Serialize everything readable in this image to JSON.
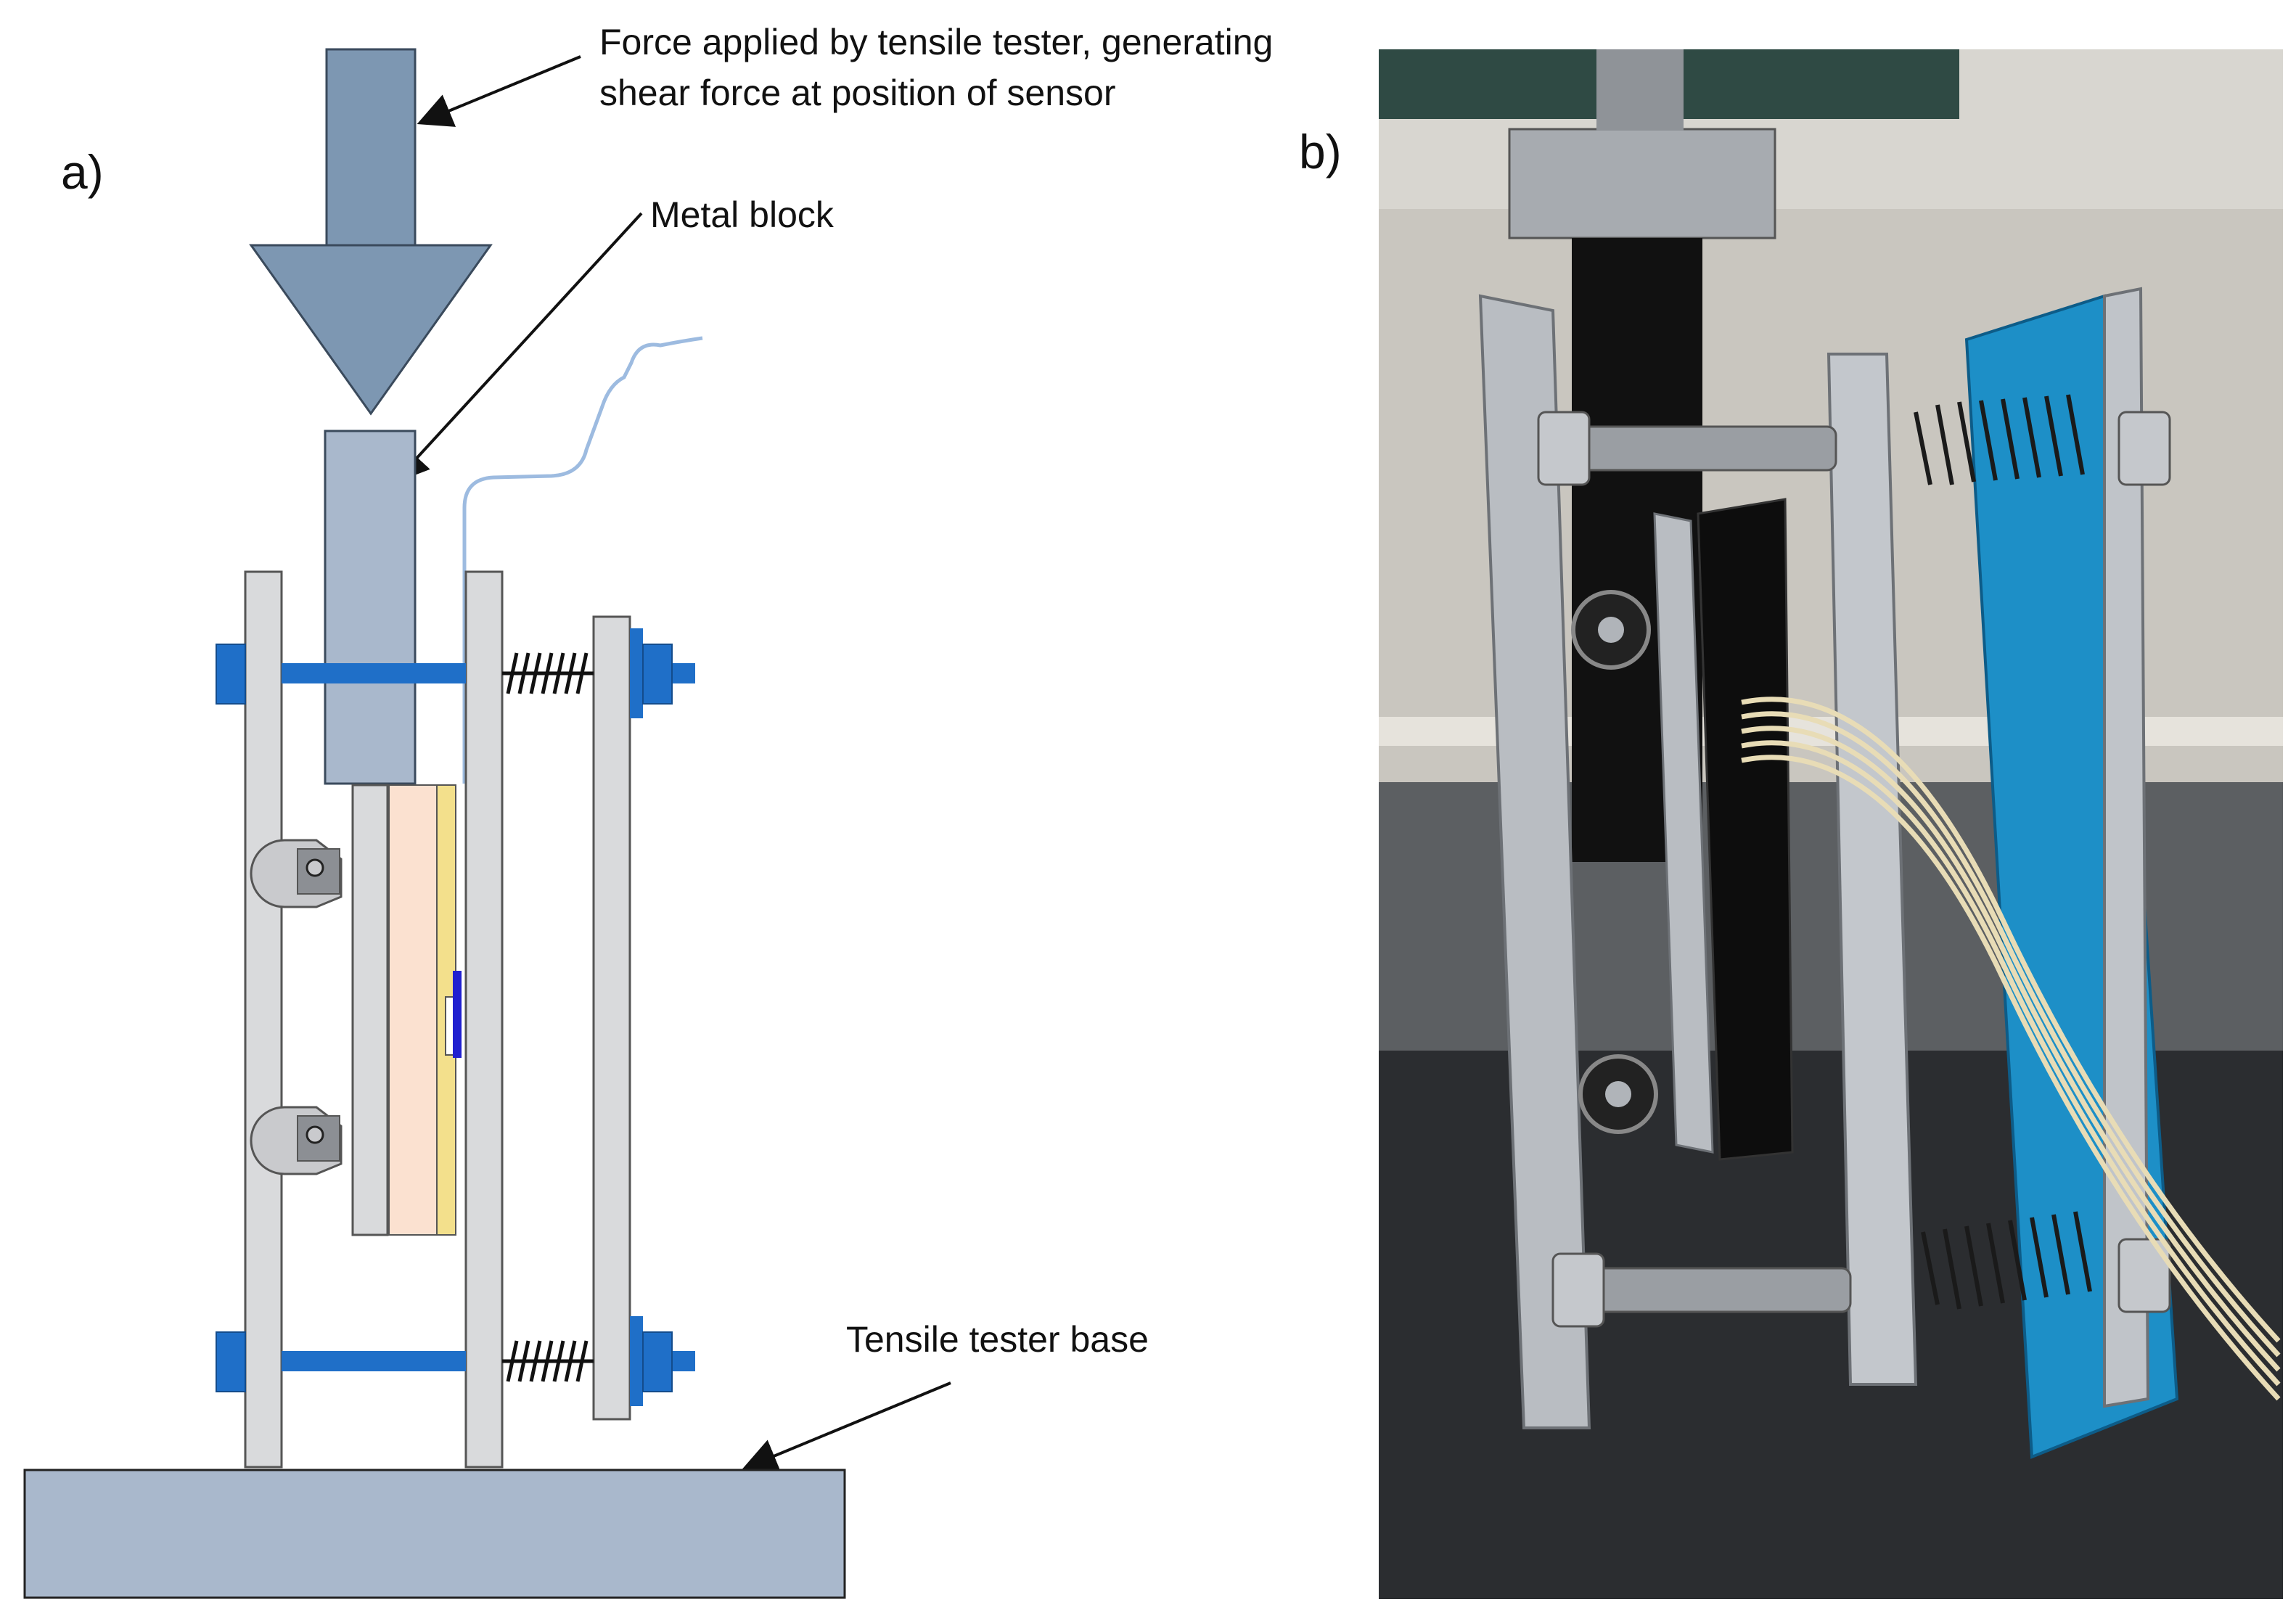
{
  "panels": {
    "a": {
      "label": "a)"
    },
    "b": {
      "label": "b)"
    }
  },
  "annotations": {
    "force_line1": "Force applied by tensile tester, generating",
    "force_line2": "shear force at position of sensor",
    "metal_block": "Metal block",
    "tester_base": "Tensile tester base"
  },
  "colors": {
    "force_arrow": "#7d97b2",
    "metal_block": "#a9b8cc",
    "plates": "#d9dadc",
    "bolts": "#1f6fc8",
    "base": "#a9b8cc",
    "sensor_layer": "#fbe1d0",
    "sensor_film": "#f3e08c",
    "sensor": "#2020d0",
    "wire": "#9dbbe0",
    "photo_blue_plate": "#1d8fc7",
    "photo_aluminium": "#b9bdc2"
  },
  "icons": {
    "force_arrow": "down-arrow-icon",
    "roller": "roller-bearing-icon",
    "spring": "spring-icon"
  }
}
